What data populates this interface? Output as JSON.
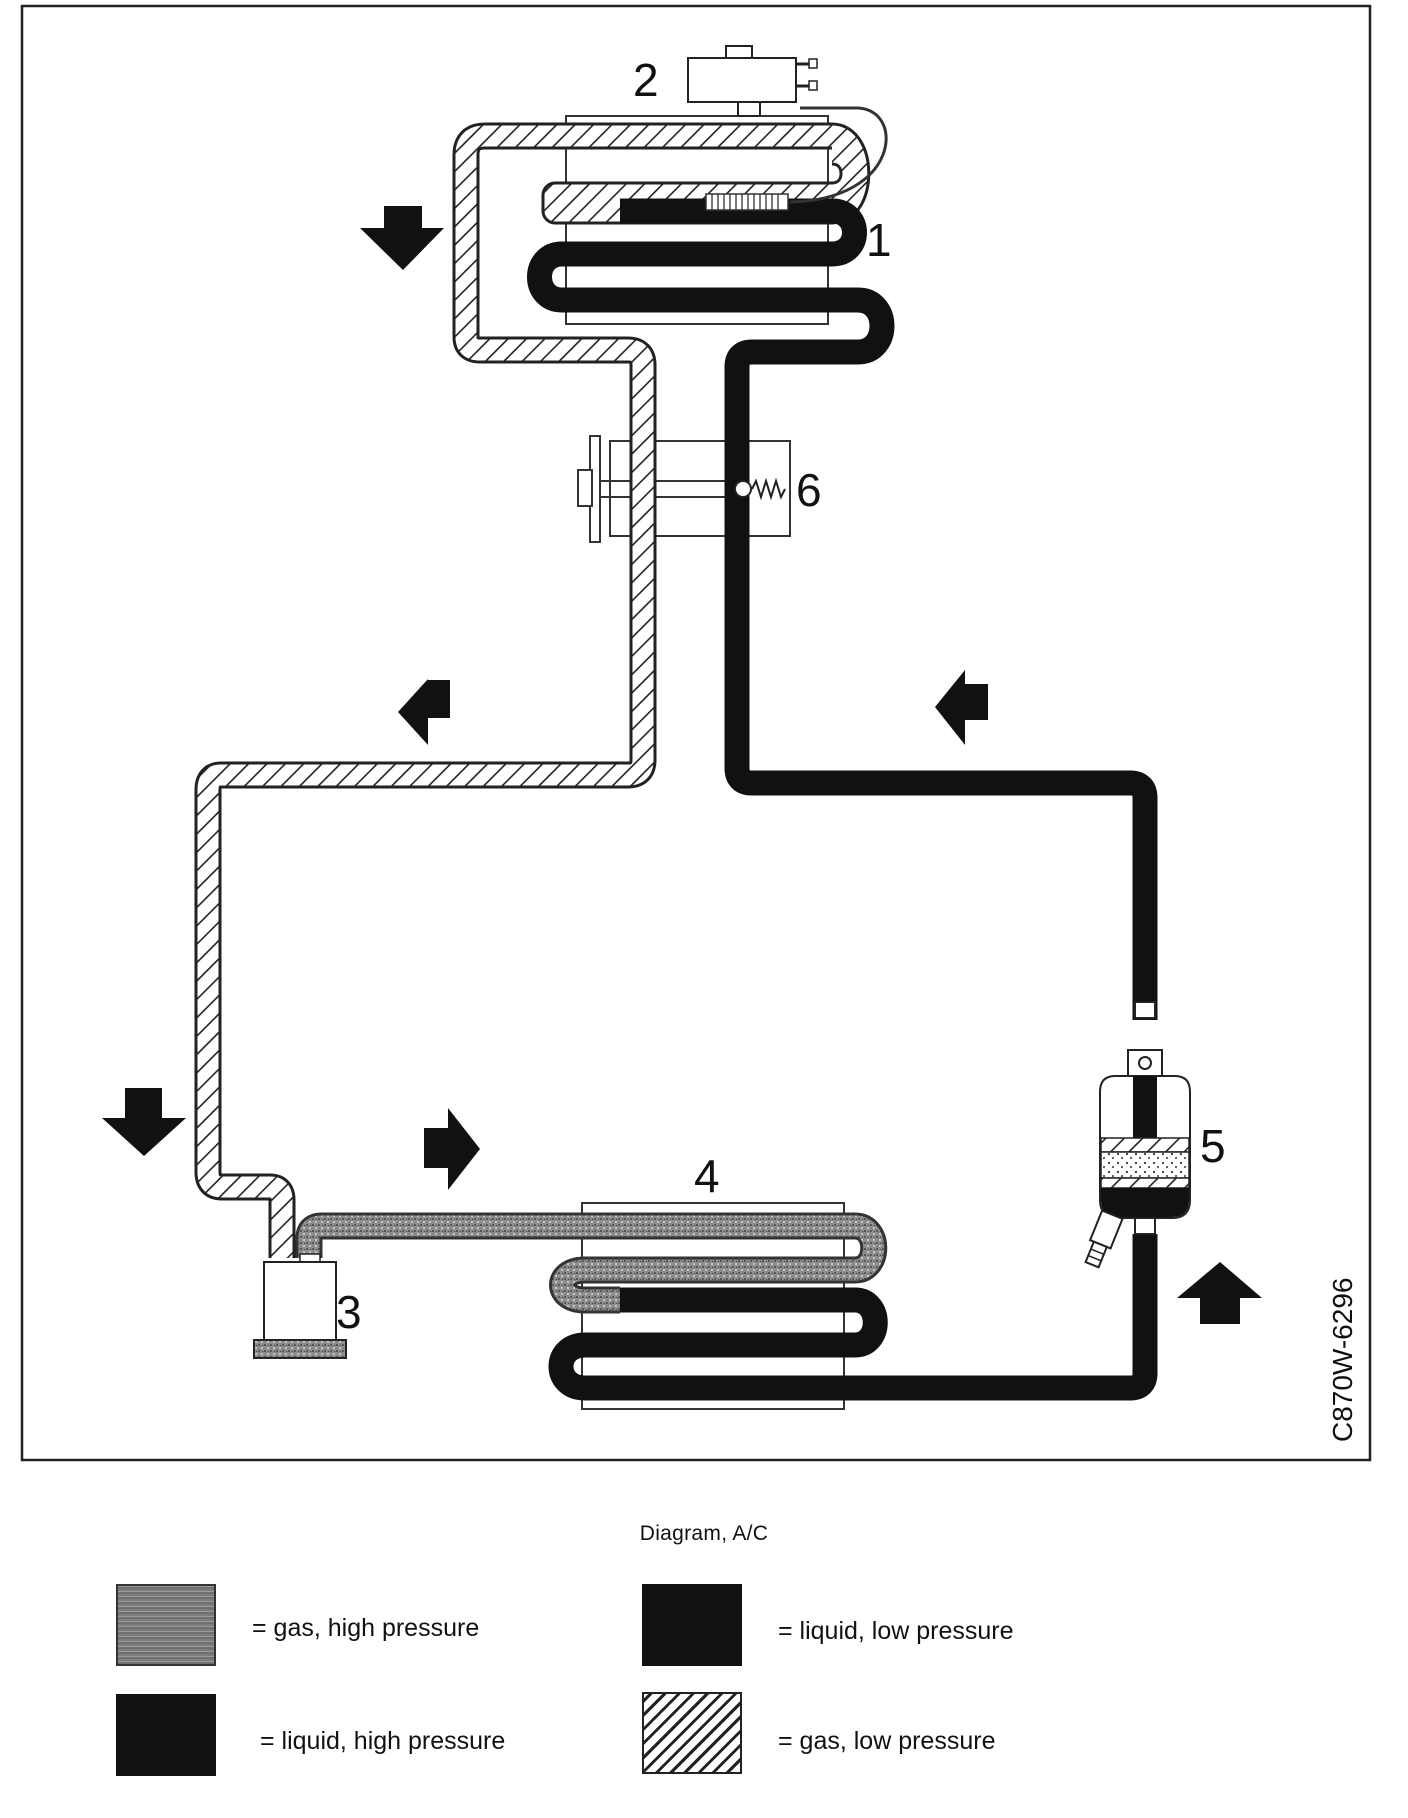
{
  "diagram": {
    "labels": {
      "evaporator": "1",
      "control_valve": "2",
      "compressor": "3",
      "condenser": "4",
      "receiver_drier": "5",
      "expansion_valve": "6"
    },
    "figure_code": "C870W-6296",
    "caption": "Diagram, A/C"
  },
  "legend": {
    "gas_high": "= gas, high pressure",
    "liquid_high": "= liquid, high pressure",
    "liquid_low": "= liquid, low pressure",
    "gas_low": "= gas, low pressure"
  },
  "colors": {
    "liquid": "#111111",
    "gas_high": "#8a8a8a",
    "gas_low_hatch": "#222222",
    "frame": "#222222"
  }
}
